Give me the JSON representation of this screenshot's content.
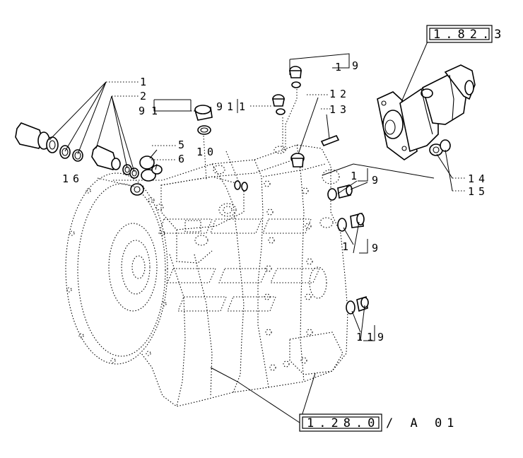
{
  "refs": {
    "top_right": "1.82.3",
    "bottom": "1.28.0",
    "bottom_suffix": "/ A 01"
  },
  "callouts": {
    "c1": "1",
    "c2": "2",
    "c5": "5",
    "c6": "6",
    "c9a": "9",
    "c1a": "1",
    "c91": "91",
    "c1b": "1",
    "c1c": "1",
    "c9b": "9",
    "c10": "10",
    "c12": "12",
    "c13": "13",
    "c16": "16",
    "c1d": "1",
    "c9c": "9",
    "c14": "14",
    "c15": "15",
    "c1e": "1",
    "c9d": "9",
    "c11": "11",
    "c9e": "9"
  }
}
